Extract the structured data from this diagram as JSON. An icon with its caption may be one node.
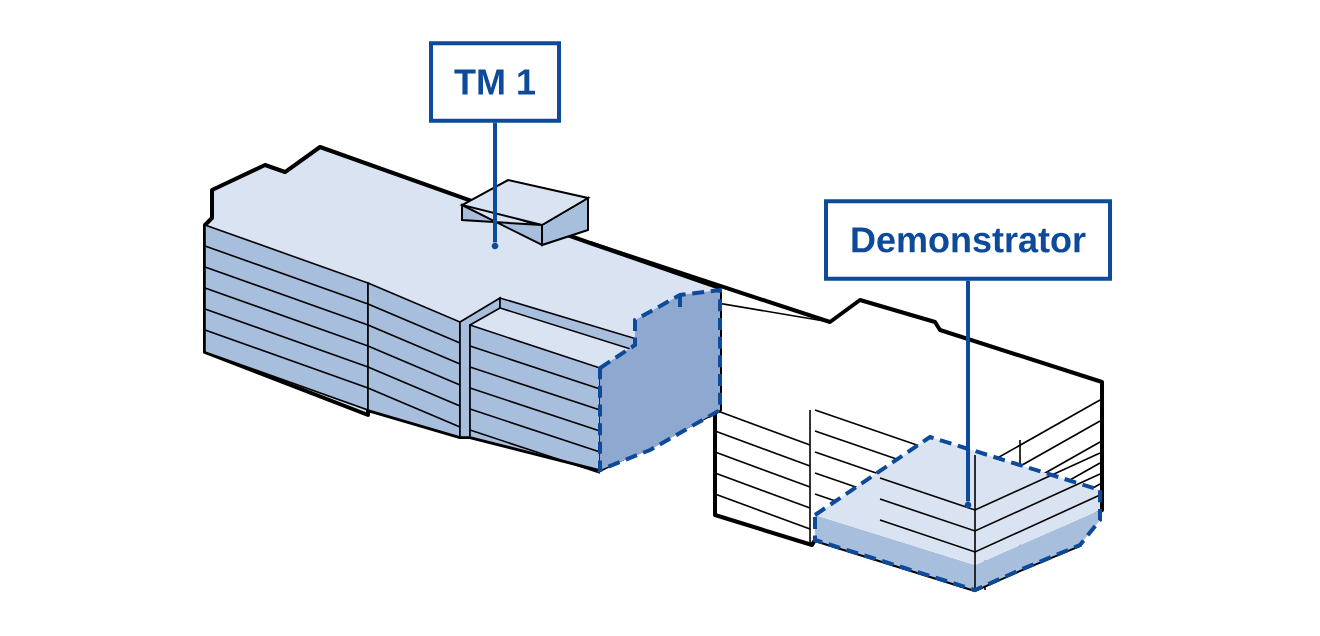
{
  "diagram": {
    "nodes": [
      {
        "text": [
          "TM 1"
        ]
      },
      {
        "text": [
          "Demonstrator"
        ]
      },
      {
        "text": [],
        "shape": "circle"
      },
      {
        "text": [],
        "shape": "circle"
      }
    ],
    "edges": [
      {
        "from": 0,
        "to": 2,
        "arrow": "none"
      },
      {
        "from": 1,
        "to": 3,
        "arrow": "none"
      }
    ]
  }
}
